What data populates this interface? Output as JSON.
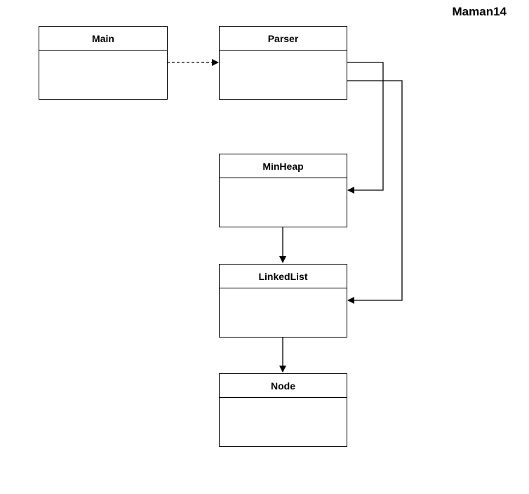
{
  "diagram": {
    "title": "Maman14",
    "classes": [
      {
        "id": "main",
        "name": "Main"
      },
      {
        "id": "parser",
        "name": "Parser"
      },
      {
        "id": "minheap",
        "name": "MinHeap"
      },
      {
        "id": "linkedlist",
        "name": "LinkedList"
      },
      {
        "id": "node",
        "name": "Node"
      }
    ],
    "relations": [
      {
        "from": "Main",
        "to": "Parser",
        "style": "dashed"
      },
      {
        "from": "Parser",
        "to": "MinHeap",
        "style": "solid"
      },
      {
        "from": "Parser",
        "to": "LinkedList",
        "style": "solid"
      },
      {
        "from": "MinHeap",
        "to": "LinkedList",
        "style": "solid"
      },
      {
        "from": "LinkedList",
        "to": "Node",
        "style": "solid"
      }
    ],
    "colors": {
      "stroke": "#000000",
      "fill": "#ffffff"
    }
  }
}
